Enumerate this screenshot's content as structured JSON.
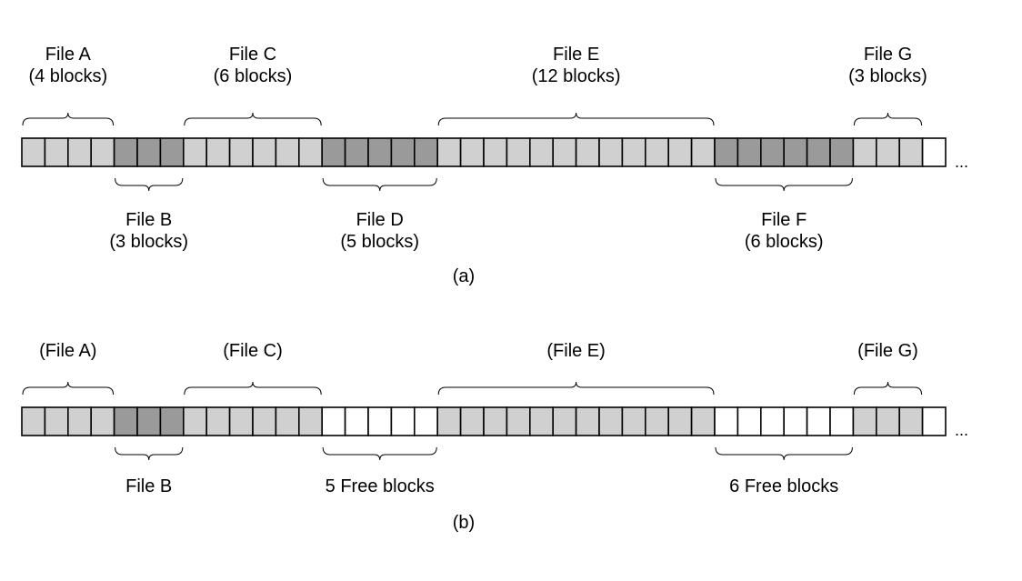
{
  "colors": {
    "light_block": "#d0d0d0",
    "dark_block": "#9a9a9a",
    "free_block": "#ffffff",
    "outline": "#000000"
  },
  "diagram_a": {
    "caption": "(a)",
    "ellipsis": "...",
    "files": [
      {
        "name": "File A",
        "size": "(4 blocks)",
        "blocks": 4,
        "shade": "light",
        "label_pos": "top"
      },
      {
        "name": "File B",
        "size": "(3 blocks)",
        "blocks": 3,
        "shade": "dark",
        "label_pos": "bottom"
      },
      {
        "name": "File C",
        "size": "(6 blocks)",
        "blocks": 6,
        "shade": "light",
        "label_pos": "top"
      },
      {
        "name": "File D",
        "size": "(5 blocks)",
        "blocks": 5,
        "shade": "dark",
        "label_pos": "bottom"
      },
      {
        "name": "File E",
        "size": "(12 blocks)",
        "blocks": 12,
        "shade": "light",
        "label_pos": "top"
      },
      {
        "name": "File F",
        "size": "(6 blocks)",
        "blocks": 6,
        "shade": "dark",
        "label_pos": "bottom"
      },
      {
        "name": "File G",
        "size": "(3 blocks)",
        "blocks": 3,
        "shade": "light",
        "label_pos": "top"
      },
      {
        "name": "",
        "size": "",
        "blocks": 1,
        "shade": "free",
        "label_pos": "none"
      }
    ]
  },
  "diagram_b": {
    "caption": "(b)",
    "ellipsis": "...",
    "files": [
      {
        "name": "(File A)",
        "size": "",
        "blocks": 4,
        "shade": "light",
        "label_pos": "top"
      },
      {
        "name": "File B",
        "size": "",
        "blocks": 3,
        "shade": "dark",
        "label_pos": "bottom"
      },
      {
        "name": "(File C)",
        "size": "",
        "blocks": 6,
        "shade": "light",
        "label_pos": "top"
      },
      {
        "name": "5 Free blocks",
        "size": "",
        "blocks": 5,
        "shade": "free",
        "label_pos": "bottom"
      },
      {
        "name": "(File E)",
        "size": "",
        "blocks": 12,
        "shade": "light",
        "label_pos": "top"
      },
      {
        "name": "6 Free blocks",
        "size": "",
        "blocks": 6,
        "shade": "free",
        "label_pos": "bottom"
      },
      {
        "name": "(File G)",
        "size": "",
        "blocks": 3,
        "shade": "light",
        "label_pos": "top"
      },
      {
        "name": "",
        "size": "",
        "blocks": 1,
        "shade": "free",
        "label_pos": "none"
      }
    ]
  }
}
